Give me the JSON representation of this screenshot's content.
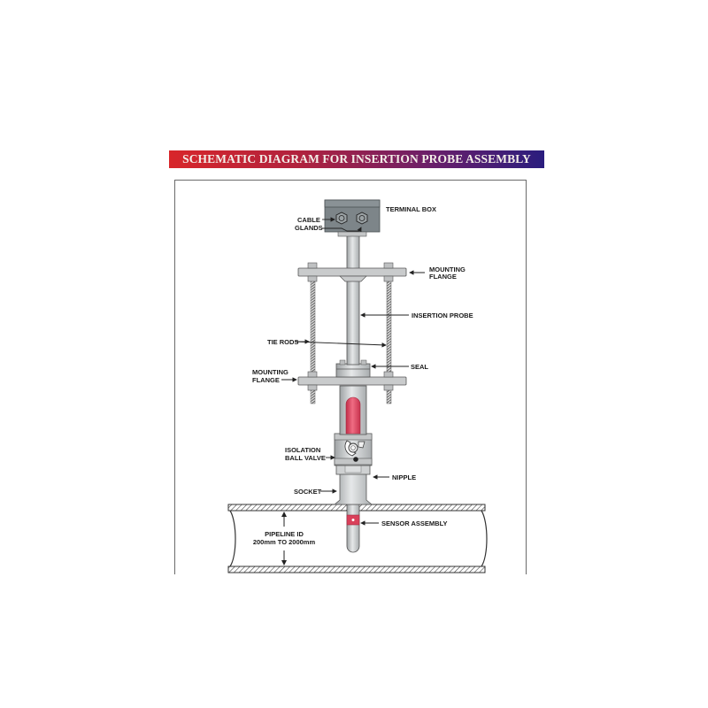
{
  "title": "SCHEMATIC DIAGRAM FOR INSERTION PROBE ASSEMBLY",
  "colors": {
    "title_gradient_start": "#d8262a",
    "title_gradient_end": "#2a1d7e",
    "title_text": "#f3eee8",
    "metal_gray": "#c9cbcc",
    "terminal_box": "#7d8589",
    "probe_red": "#d9405a",
    "frame_border": "#6b6b6b"
  },
  "labels": {
    "terminal_box": "TERMINAL BOX",
    "cable_glands_line1": "CABLE",
    "cable_glands_line2": "GLANDS",
    "mounting_flange_top_line1": "MOUNTING",
    "mounting_flange_top_line2": "FLANGE",
    "insertion_probe": "INSERTION PROBE",
    "tie_rods": "TIE RODS",
    "seal": "SEAL",
    "mounting_flange_bottom_line1": "MOUNTING",
    "mounting_flange_bottom_line2": "FLANGE",
    "isolation_ball_valve_line1": "ISOLATION",
    "isolation_ball_valve_line2": "BALL VALVE",
    "nipple": "NIPPLE",
    "socket": "SOCKET",
    "sensor_assembly": "SENSOR ASSEMBLY",
    "pipeline_id_line1": "PIPELINE ID",
    "pipeline_id_line2": "200mm TO 2000mm"
  }
}
